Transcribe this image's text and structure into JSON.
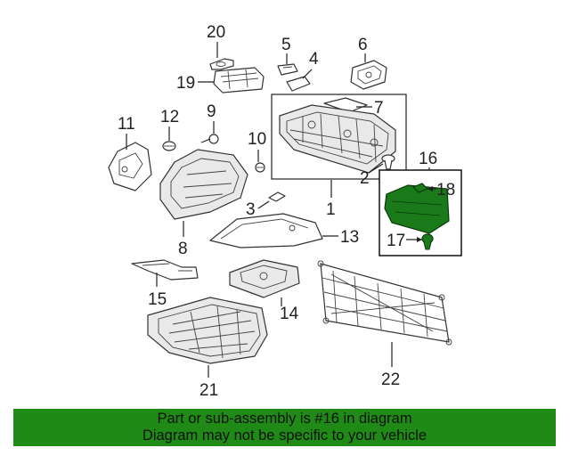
{
  "callouts": {
    "c1": "1",
    "c2": "2",
    "c3": "3",
    "c4": "4",
    "c5": "5",
    "c6": "6",
    "c7": "7",
    "c8": "8",
    "c9": "9",
    "c10": "10",
    "c11": "11",
    "c12": "12",
    "c13": "13",
    "c14": "14",
    "c15": "15",
    "c16": "16",
    "c17": "17",
    "c18": "18",
    "c19": "19",
    "c20": "20",
    "c21": "21",
    "c22": "22"
  },
  "highlighted_part": "16",
  "colors": {
    "highlight": "#1a7a1a",
    "banner": "#1f8a16"
  },
  "footer": {
    "line1": "Part or sub-assembly is #16 in diagram",
    "line2": "Diagram may not be specific to your vehicle"
  }
}
